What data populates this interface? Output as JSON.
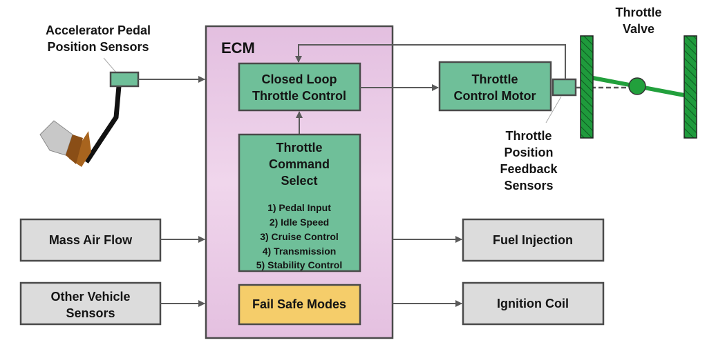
{
  "labels": {
    "accelerator": [
      "Accelerator Pedal",
      "Position Sensors"
    ],
    "ecm": "ECM",
    "closed_loop": [
      "Closed Loop",
      "Throttle Control"
    ],
    "command_select": [
      "Throttle",
      "Command",
      "Select"
    ],
    "command_inputs": [
      "1) Pedal Input",
      "2) Idle Speed",
      "3) Cruise Control",
      "4) Transmission",
      "5) Stability Control"
    ],
    "fail_safe": "Fail Safe Modes",
    "motor": [
      "Throttle",
      "Control Motor"
    ],
    "tps": [
      "Throttle",
      "Position",
      "Feedback",
      "Sensors"
    ],
    "valve": [
      "Throttle",
      "Valve"
    ],
    "maf": "Mass Air Flow",
    "other_sensors": [
      "Other Vehicle",
      "Sensors"
    ],
    "fuel": "Fuel Injection",
    "ignition": "Ignition Coil"
  },
  "colors": {
    "ecm_fill": "#e6c4e2",
    "green_box": "#6fbf99",
    "gray_box": "#dcdcdc",
    "fail_safe": "#f5cd6a",
    "valve_green": "#1f9a3c"
  }
}
